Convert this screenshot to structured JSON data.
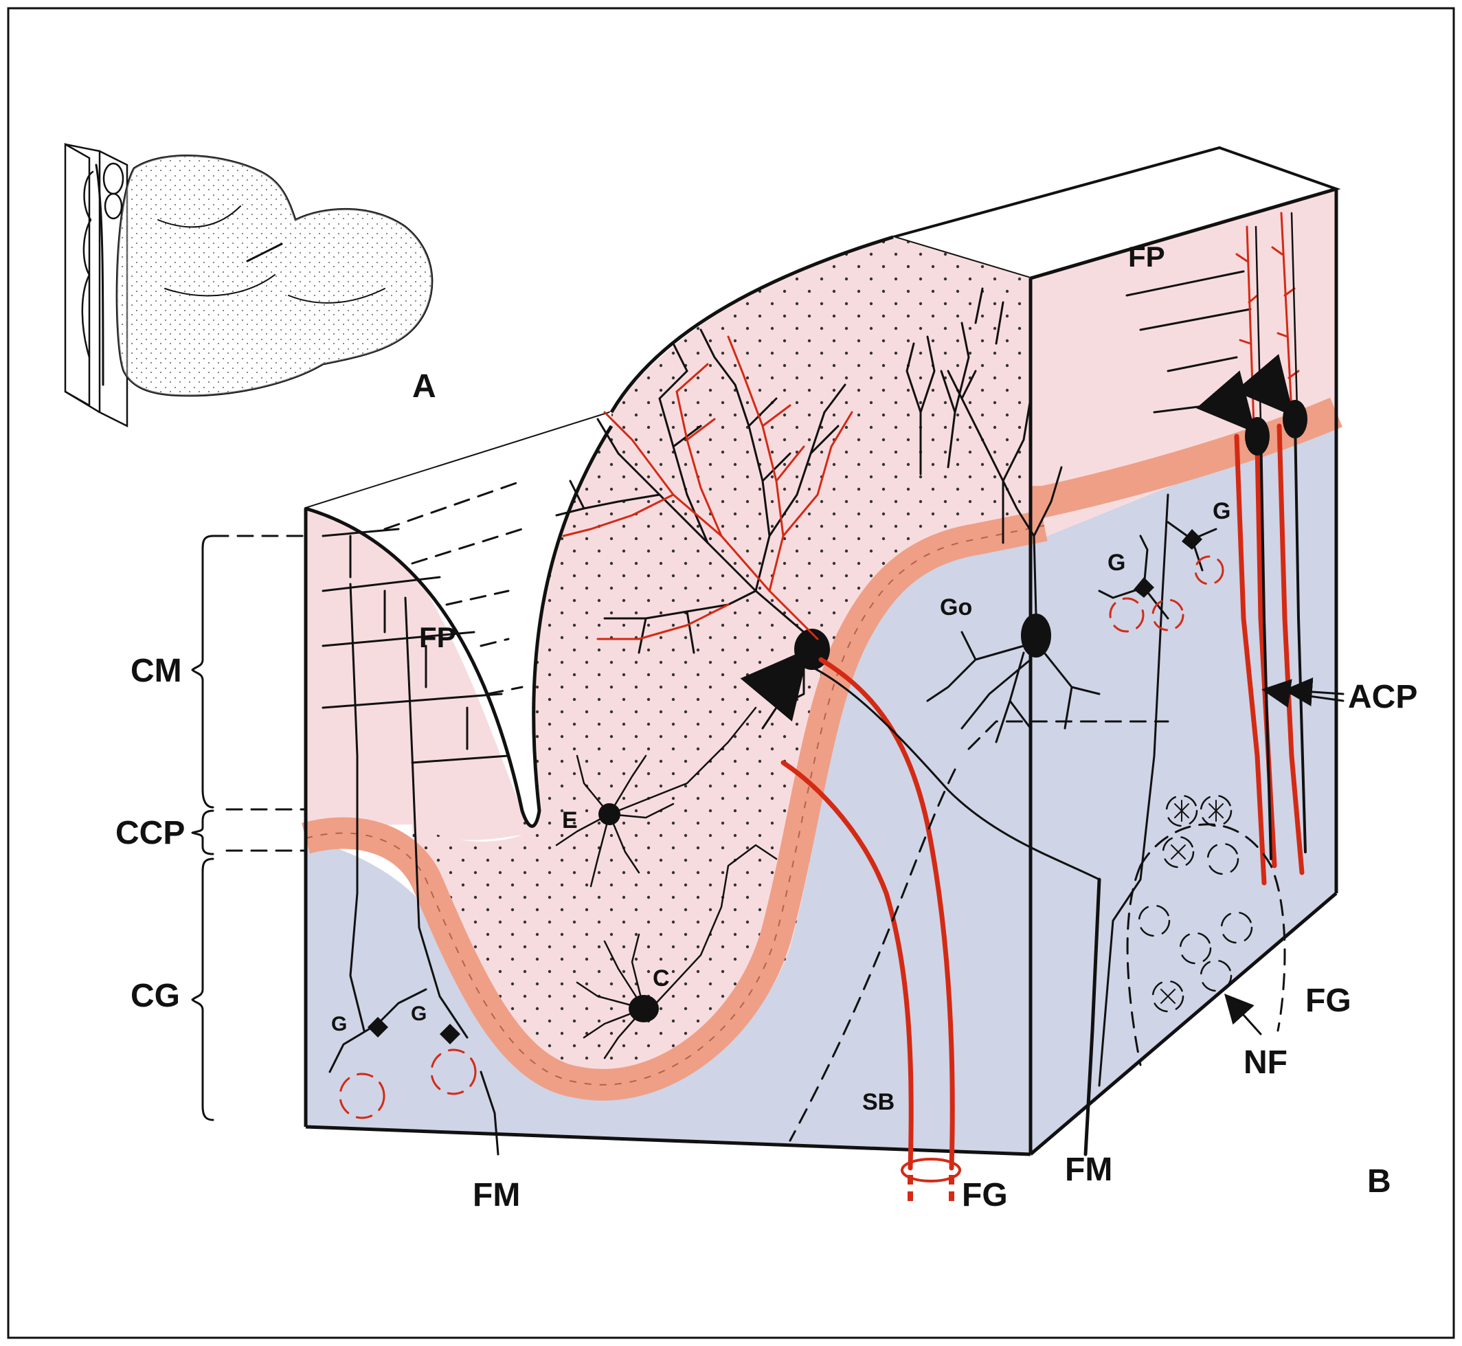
{
  "panel_labels": {
    "a": "A",
    "b": "B"
  },
  "layer_labels": {
    "cm": "CM",
    "ccp": "CCP",
    "cg": "CG"
  },
  "fiber_labels": {
    "fp_left": "FP",
    "fp_right": "FP",
    "acp": "ACP",
    "fm_left": "FM",
    "fm_right": "FM",
    "fg_center": "FG",
    "fg_right": "FG",
    "nf": "NF",
    "sb": "SB"
  },
  "cell_labels": {
    "g_left_1": "G",
    "g_left_2": "G",
    "g_right_1": "G",
    "g_right_2": "G",
    "go": "Go",
    "e": "E",
    "c": "C"
  },
  "colors": {
    "molecular_layer": "#f7dcdf",
    "granular_layer": "#cfd4e6",
    "purkinje_layer": "#ef9f86",
    "climbing_fiber": "#d42a14",
    "ink": "#111111"
  }
}
